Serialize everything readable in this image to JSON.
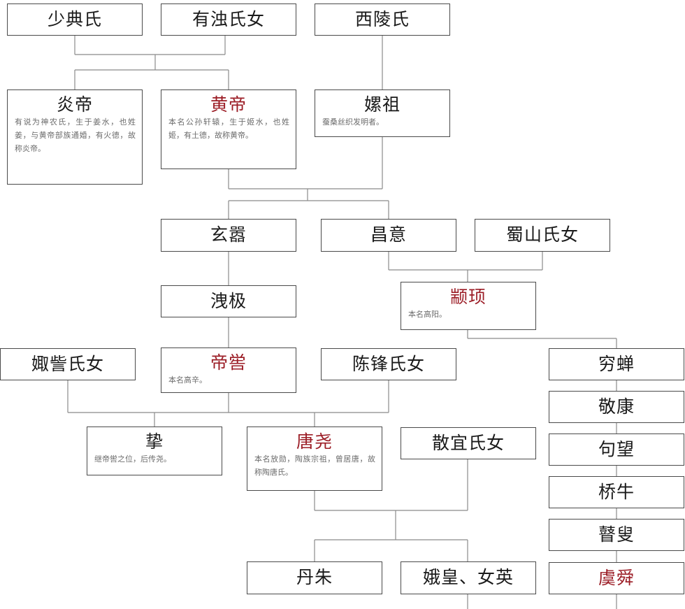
{
  "title_colors": {
    "normal": "#1a1a1a",
    "highlight": "#9b1c25",
    "note": "#6c6c6c",
    "border": "#4a4a4a",
    "connector": "#8a8a8a"
  },
  "nodes": {
    "shaodian": {
      "name": "少典氏"
    },
    "youjiao": {
      "name": "有浊氏女"
    },
    "xiling": {
      "name": "西陵氏"
    },
    "yandi": {
      "name": "炎帝",
      "note": "有说为神农氏，生于姜水，也姓姜，与黄帝部族通婚，有火德，故称炎帝。"
    },
    "huangdi": {
      "name": "黄帝",
      "note": "本名公孙轩辕，生于姬水，也姓姬，有土德，故称黄帝。"
    },
    "leizu": {
      "name": "嫘祖",
      "note": "蚕桑丝织发明者。"
    },
    "xuanxiao": {
      "name": "玄嚣"
    },
    "changyi": {
      "name": "昌意"
    },
    "shushan": {
      "name": "蜀山氏女"
    },
    "jiaoji": {
      "name": "洩极"
    },
    "zhuanxu": {
      "name": "颛顼",
      "note": "本名高阳。"
    },
    "juzi": {
      "name": "娵訾氏女"
    },
    "diku": {
      "name": "帝喾",
      "note": "本名高辛。"
    },
    "chenfeng": {
      "name": "陈锋氏女"
    },
    "qiongchan": {
      "name": "穷蝉"
    },
    "jingkang": {
      "name": "敬康"
    },
    "juwang": {
      "name": "句望"
    },
    "qiaoniu": {
      "name": "桥牛"
    },
    "gusou": {
      "name": "瞽叟"
    },
    "zhi": {
      "name": "挚",
      "note": "继帝喾之位，后传尧。"
    },
    "tangyao": {
      "name": "唐尧",
      "note": "本名放勋，陶族宗祖，曾居唐，故称陶唐氏。"
    },
    "sanyi": {
      "name": "散宜氏女"
    },
    "danzhu": {
      "name": "丹朱"
    },
    "ehuang": {
      "name": "娥皇、女英"
    },
    "yushun": {
      "name": "虞舜"
    }
  }
}
